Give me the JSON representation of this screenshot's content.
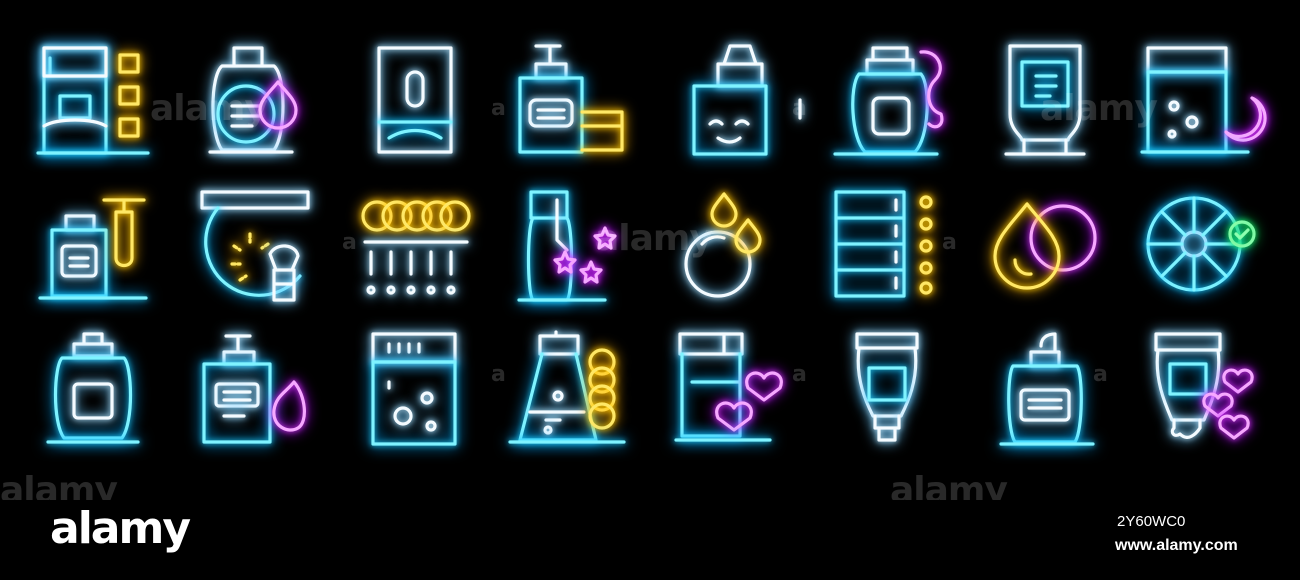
{
  "watermark": {
    "text": "alamy",
    "mark_glyph": "a"
  },
  "footer": {
    "brand": "alamy",
    "image_id": "2Y60WC0",
    "url": "www.alamy.com"
  },
  "colors": {
    "background": "#000000",
    "neon_cyan": "#7ff3ff",
    "neon_white": "#f4fbff",
    "neon_yellow": "#ffe866",
    "neon_pink": "#f6a8ff",
    "neon_green": "#8dffb0"
  },
  "icons": [
    "box-with-squares-icon",
    "bottle-with-drop-icon",
    "jar-tall-icon",
    "pump-bottle-and-jar-icon",
    "dropper-bottle-icon",
    "jar-with-swirl-icon",
    "tube-icon",
    "jar-with-moon-icon",
    "bottle-with-dropper-icon",
    "compact-with-brush-icon",
    "cotton-pads-and-swabs-icon",
    "pump-bottle-with-stars-icon",
    "coconut-with-drops-icon",
    "cabinet-with-dots-icon",
    "drop-and-circle-icon",
    "sun-dial-with-check-icon",
    "perfume-bottle-icon",
    "pump-bottle-with-sponge-icon",
    "box-with-bubbles-icon",
    "flask-with-pads-icon",
    "jar-with-hearts-icon",
    "tube-upside-down-icon",
    "pump-jar-icon",
    "tube-with-hearts-icon"
  ]
}
